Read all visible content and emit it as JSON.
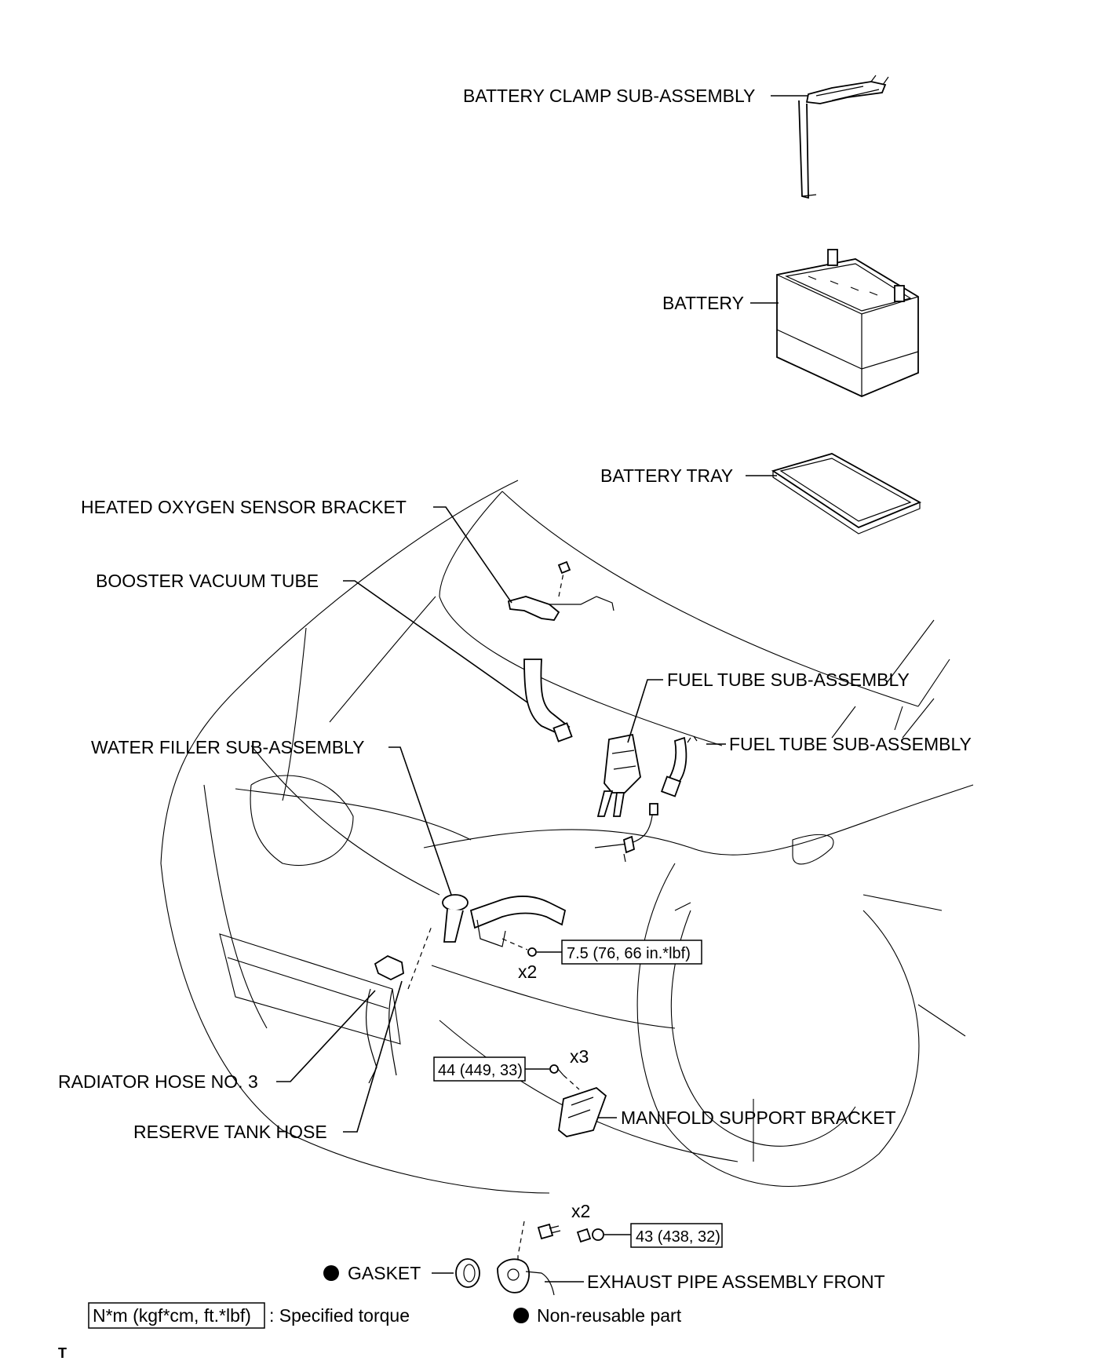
{
  "labels": {
    "battery_clamp": "BATTERY CLAMP SUB-ASSEMBLY",
    "battery": "BATTERY",
    "battery_tray": "BATTERY TRAY",
    "heated_oxygen_sensor_bracket": "HEATED OXYGEN SENSOR BRACKET",
    "booster_vacuum_tube": "BOOSTER VACUUM TUBE",
    "fuel_tube_1": "FUEL TUBE SUB-ASSEMBLY",
    "fuel_tube_2": "FUEL TUBE SUB-ASSEMBLY",
    "water_filler": "WATER FILLER SUB-ASSEMBLY",
    "radiator_hose": "RADIATOR HOSE NO. 3",
    "reserve_tank_hose": "RESERVE TANK HOSE",
    "manifold_support_bracket": "MANIFOLD SUPPORT BRACKET",
    "gasket": "GASKET",
    "exhaust_pipe": "EXHAUST PIPE ASSEMBLY FRONT"
  },
  "torques": {
    "t1": "7.5 (76, 66 in.*lbf)",
    "t2": "44 (449, 33)",
    "t3": "43 (438, 32)"
  },
  "quantities": {
    "q1": "x2",
    "q2": "x3",
    "q3": "x2"
  },
  "legend": {
    "torque_box": "N*m (kgf*cm, ft.*lbf)",
    "torque_text": ": Specified torque",
    "nonreusable_text": "Non-reusable part"
  },
  "footer_mark": "T"
}
